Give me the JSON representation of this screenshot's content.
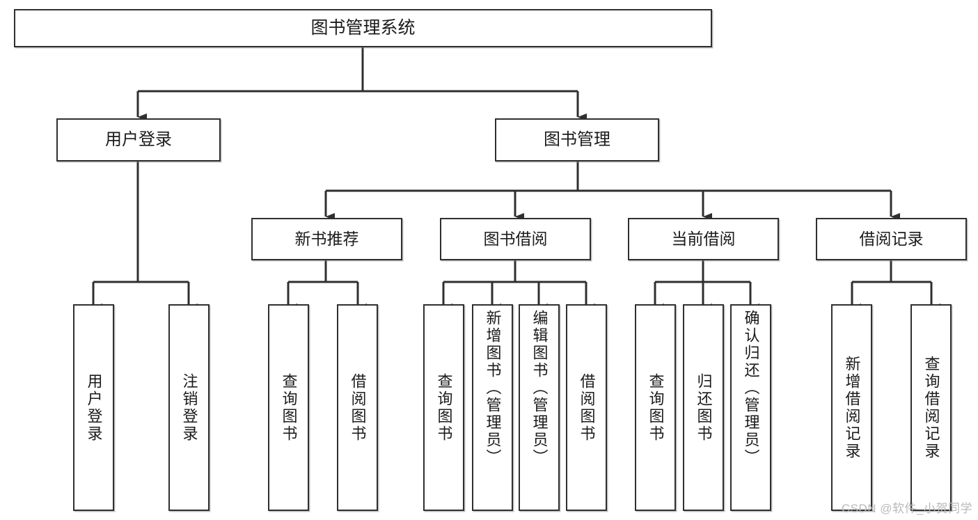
{
  "diagram": {
    "type": "tree-hierarchy",
    "title": "图书管理系统",
    "watermark": "CSDN @软件_小贺同学",
    "colors": {
      "box_border": "#2f2f2f",
      "box_fill": "#ffffff",
      "edge": "#2f2f2f",
      "text": "#1b1b1b",
      "watermark": "#b9b9b9",
      "background": "#ffffff"
    },
    "nodes": {
      "root": {
        "label": "图书管理系统"
      },
      "level1": [
        {
          "id": "user-login",
          "label": "用户登录"
        },
        {
          "id": "book-manage",
          "label": "图书管理"
        }
      ],
      "level2": [
        {
          "id": "new-book-recommend",
          "label": "新书推荐"
        },
        {
          "id": "book-borrow",
          "label": "图书借阅"
        },
        {
          "id": "current-borrow",
          "label": "当前借阅"
        },
        {
          "id": "borrow-record",
          "label": "借阅记录"
        }
      ],
      "leaves": {
        "user-login": [
          {
            "id": "leaf-user-login",
            "label": "用户登录"
          },
          {
            "id": "leaf-user-logout",
            "label": "注销登录"
          }
        ],
        "new-book-recommend": [
          {
            "id": "leaf-query-book-1",
            "label": "查询图书"
          },
          {
            "id": "leaf-borrow-book-1",
            "label": "借阅图书"
          }
        ],
        "book-borrow": [
          {
            "id": "leaf-query-book-2",
            "label": "查询图书"
          },
          {
            "id": "leaf-add-book",
            "label": "新增图书（管理员）"
          },
          {
            "id": "leaf-edit-book",
            "label": "编辑图书（管理员）"
          },
          {
            "id": "leaf-borrow-book-2",
            "label": "借阅图书"
          }
        ],
        "current-borrow": [
          {
            "id": "leaf-query-book-3",
            "label": "查询图书"
          },
          {
            "id": "leaf-return-book",
            "label": "归还图书"
          },
          {
            "id": "leaf-confirm-return",
            "label": "确认归还（管理员）"
          }
        ],
        "borrow-record": [
          {
            "id": "leaf-add-record",
            "label": "新增借阅记录"
          },
          {
            "id": "leaf-query-record",
            "label": "查询借阅记录"
          }
        ]
      }
    }
  }
}
